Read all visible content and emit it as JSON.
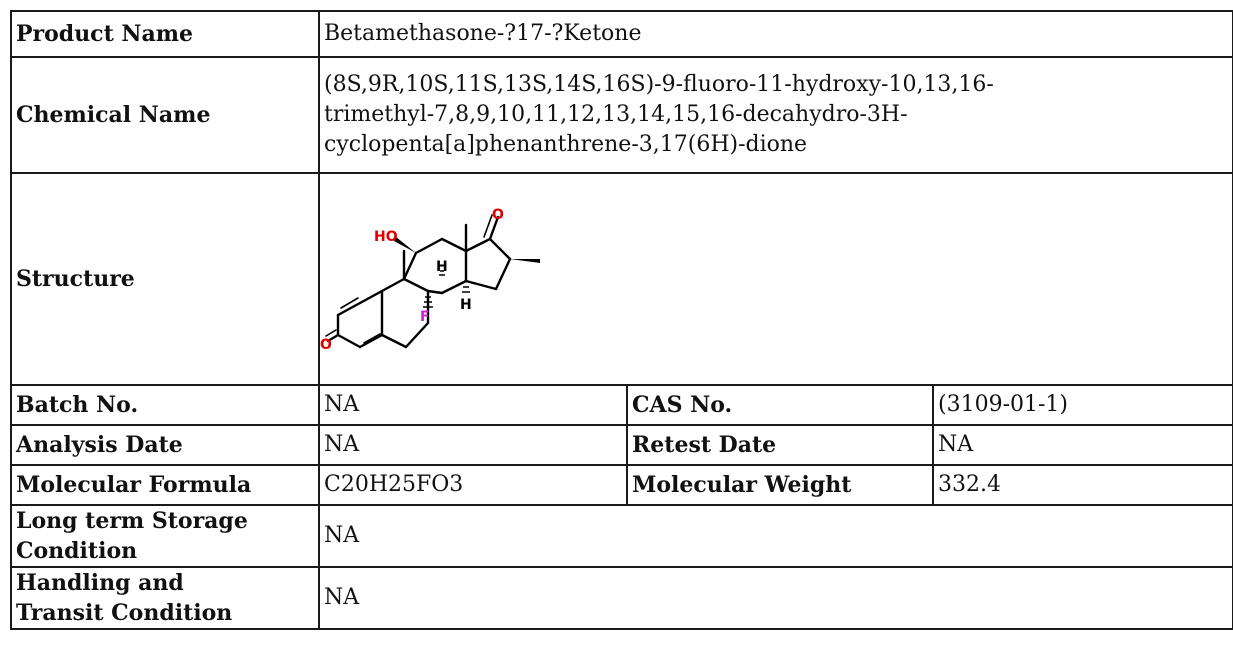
{
  "product_name": {
    "label": "Product Name",
    "value": "Betamethasone-?17-?Ketone"
  },
  "chemical_name": {
    "label": "Chemical Name",
    "lines": [
      "(8S,9R,10S,11S,13S,14S,16S)-9-fluoro-11-hydroxy-10,13,16-",
      "trimethyl-7,8,9,10,11,12,13,14,15,16-decahydro-3H-",
      "cyclopenta[a]phenanthrene-3,17(6H)-dione"
    ]
  },
  "structure": {
    "label": "Structure",
    "atom_labels": {
      "ho": "HO",
      "o_top": "O",
      "o_left": "O",
      "f": "F",
      "h1": "H",
      "h2": "H"
    },
    "colors": {
      "oxygen": "#e00000",
      "fluorine": "#cc22cc",
      "bond": "#000000"
    }
  },
  "batch_no": {
    "label": "Batch No.",
    "value": "NA"
  },
  "cas_no": {
    "label": "CAS No.",
    "value": "(3109-01-1)"
  },
  "analysis_date": {
    "label": "Analysis Date",
    "value": "NA"
  },
  "retest_date": {
    "label": "Retest Date",
    "value": "NA"
  },
  "molecular_formula": {
    "label": "Molecular Formula",
    "value": "C20H25FO3"
  },
  "molecular_weight": {
    "label": "Molecular Weight",
    "value": "332.4"
  },
  "storage": {
    "label_lines": [
      "Long term Storage",
      "Condition"
    ],
    "value": "NA"
  },
  "handling": {
    "label_lines": [
      "Handling and",
      "Transit Condition"
    ],
    "value": "NA"
  }
}
